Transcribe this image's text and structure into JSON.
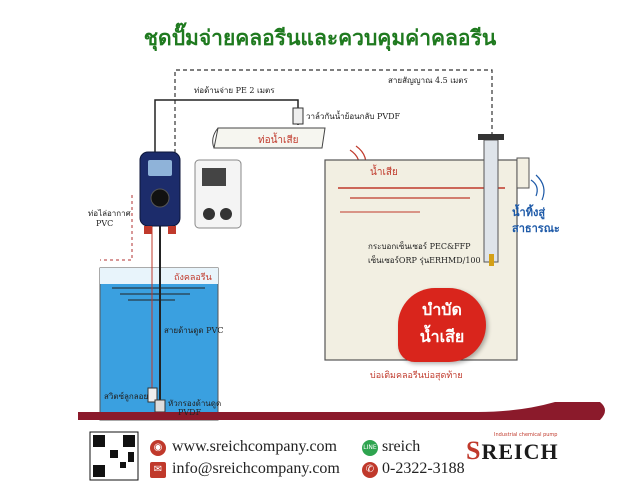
{
  "title": "ชุดปั๊มจ่ายคลอรีนและควบคุมค่าคลอรีน",
  "labels": {
    "signal_cable": "สายสัญญาณ 4.5 เมตร",
    "pe_pipe": "ท่อด้านจ่าย PE 2 เมตร",
    "check_valve": "วาล์วกันน้ำย้อนกลับ PVDF",
    "wastewater_pipe": "ท่อน้ำเสีย",
    "wastewater": "น้ำเสีย",
    "discharge": "น้ำทิ้งสู่",
    "discharge_2": "สาธารณะ",
    "sensor_holder": "กระบอกเซ็นเซอร์ PEC&FFP",
    "orp_sensor": "เซ็นเซอร์ORP รุ่นERHMD/100",
    "air_vent": "ท่อไล่อากาศ",
    "air_vent_2": "PVC",
    "chlorine_tank": "ถังคลอรีน",
    "suction_pipe": "สายด้านดูด PVC",
    "float_switch": "สวิตซ์ลูกลอย",
    "foot_filter": "หัวกรองด้านดูด",
    "foot_filter_2": "PVDF",
    "final_tank": "บ่อเติมคลอรีนบ่อสุดท้าย",
    "badge_1": "บำบัด",
    "badge_2": "น้ำเสีย"
  },
  "footer": {
    "website": "www.sreichcompany.com",
    "email": "info@sreichcompany.com",
    "line_id": "sreich",
    "phone": "0-2322-3188",
    "brand": "REICH",
    "brand_initial": "S",
    "brand_tagline": "Industrial chemical pump"
  },
  "colors": {
    "title_green": "#1f7a1f",
    "accent_red": "#c0392b",
    "water_blue": "#3aa0e0",
    "pump_navy": "#1c2c6b",
    "footer_band": "#8b1a2b"
  }
}
